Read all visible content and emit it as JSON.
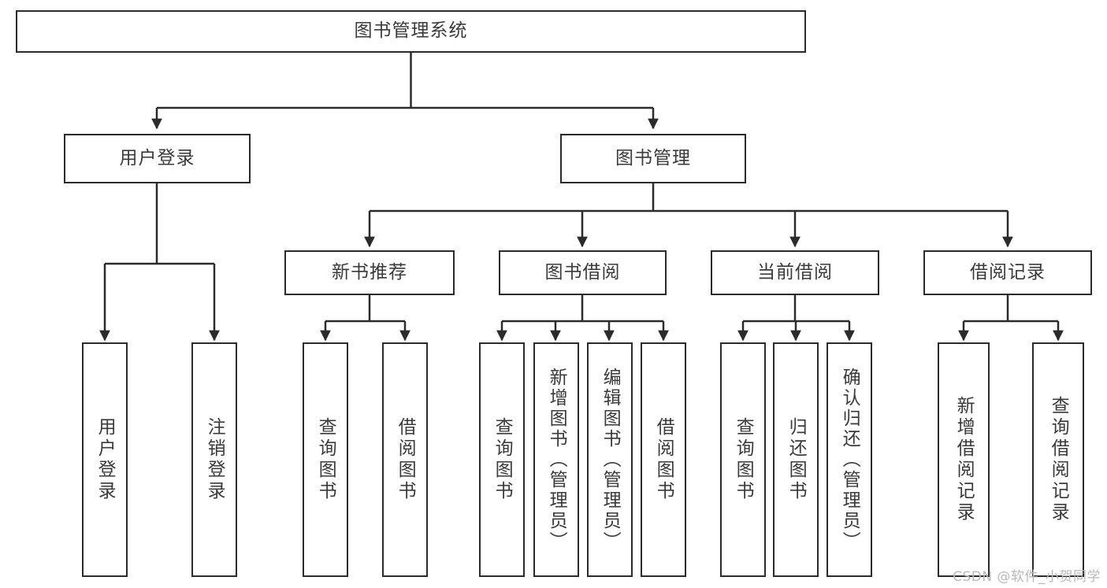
{
  "diagram": {
    "type": "tree-hierarchy",
    "title": "图书管理系统",
    "root": {
      "label": "图书管理系统"
    },
    "level2": [
      {
        "id": "user-login",
        "label": "用户登录"
      },
      {
        "id": "book-manage",
        "label": "图书管理"
      }
    ],
    "level3": [
      {
        "id": "new-book-recommend",
        "label": "新书推荐",
        "parent": "book-manage"
      },
      {
        "id": "book-borrow",
        "label": "图书借阅",
        "parent": "book-manage"
      },
      {
        "id": "current-borrow",
        "label": "当前借阅",
        "parent": "book-manage"
      },
      {
        "id": "borrow-record",
        "label": "借阅记录",
        "parent": "book-manage"
      }
    ],
    "leaves": [
      {
        "id": "leaf-user-login",
        "label": "用户登录",
        "parent": "user-login"
      },
      {
        "id": "leaf-logout-login",
        "label": "注销登录",
        "parent": "user-login"
      },
      {
        "id": "leaf-query-book-1",
        "label": "查询图书",
        "parent": "new-book-recommend"
      },
      {
        "id": "leaf-borrow-book-1",
        "label": "借阅图书",
        "parent": "new-book-recommend"
      },
      {
        "id": "leaf-query-book-2",
        "label": "查询图书",
        "parent": "book-borrow"
      },
      {
        "id": "leaf-add-book",
        "label": "新增图书（管理员）",
        "parent": "book-borrow"
      },
      {
        "id": "leaf-edit-book",
        "label": "编辑图书（管理员）",
        "parent": "book-borrow"
      },
      {
        "id": "leaf-borrow-book-2",
        "label": "借阅图书",
        "parent": "book-borrow"
      },
      {
        "id": "leaf-query-book-3",
        "label": "查询图书",
        "parent": "current-borrow"
      },
      {
        "id": "leaf-return-book",
        "label": "归还图书",
        "parent": "current-borrow"
      },
      {
        "id": "leaf-confirm-return",
        "label": "确认归还（管理员）",
        "parent": "current-borrow"
      },
      {
        "id": "leaf-add-record",
        "label": "新增借阅记录",
        "parent": "borrow-record"
      },
      {
        "id": "leaf-query-record",
        "label": "查询借阅记录",
        "parent": "borrow-record"
      }
    ],
    "colors": {
      "box_border": "#2b2b2b",
      "box_fill": "#ffffff",
      "text": "#3a3a3a",
      "connector": "#2b2b2b",
      "background": "#ffffff",
      "watermark": "#b9b9b9"
    }
  },
  "watermark": {
    "text": "CSDN @软件_小贺同学"
  }
}
